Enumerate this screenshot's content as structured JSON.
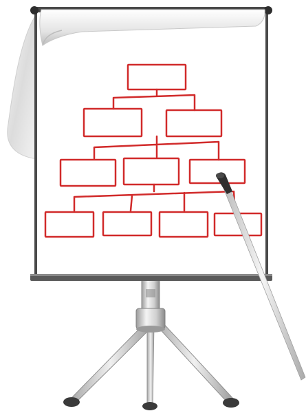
{
  "scene": {
    "subject": "flipchart-easel-with-org-chart",
    "colors": {
      "background": "#ffffff",
      "board_frame": "#4a4a4a",
      "board_surface": "#ffffff",
      "page_curl": "#e8e8e8",
      "marker_red": "#d12a2a",
      "metal_light": "#e6e6e6",
      "metal_dark": "#8c8c8c",
      "feet": "#3a3a3a",
      "pointer": "#c8c8c8"
    },
    "org_chart": {
      "levels": [
        1,
        2,
        3,
        4
      ],
      "box_count": 10
    },
    "icons": [
      "pointer-stick-icon",
      "tripod-stand-icon"
    ]
  }
}
